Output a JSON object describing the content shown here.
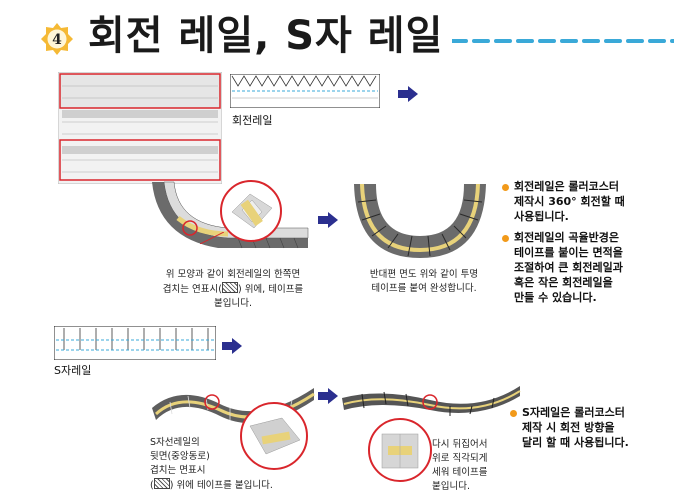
{
  "header": {
    "number": "4",
    "title": "회전 레일, S자 레일"
  },
  "rotation": {
    "label": "회전레일",
    "caption1": [
      "위 모양과 같이 회전레일의 한쪽면",
      "겹치는 연표시(",
      ") 위에, 테이프를",
      "붙입니다."
    ],
    "caption2": [
      "반대편 면도 위와 같이 투명",
      "테이프를 붙여 완성합니다."
    ]
  },
  "s_rail": {
    "label": "S자레일",
    "caption1": [
      "S자선레일의",
      "뒷면(중앙동로)",
      "겹치는 면표시",
      "(",
      ") 위에 테이프를 붙입니다."
    ],
    "caption2": [
      "다시 뒤집어서",
      "위로 직각되게",
      "세워 테이프를",
      "붙입니다."
    ]
  },
  "bullets": [
    {
      "lines": [
        "회전레일은 롤러코스터",
        "제작시 360° 회전할 때",
        "사용됩니다."
      ]
    },
    {
      "lines": [
        "회전레일의 곡율반경은",
        "테이프를 붙이는 면적을",
        "조절하여 큰 회전레일과",
        "혹은 작은 회전레일을",
        "만들 수 있습니다."
      ]
    },
    {
      "lines": [
        "S자레일은 롤러코스터",
        "제작 시 회전 방향을",
        "달리 할 때 사용됩니다."
      ]
    }
  ],
  "colors": {
    "accent": "#f29a1a",
    "red": "#d9262c",
    "navy": "#2b2f8f",
    "dash": "#3aa9d8",
    "tape": "#e8d27a"
  }
}
